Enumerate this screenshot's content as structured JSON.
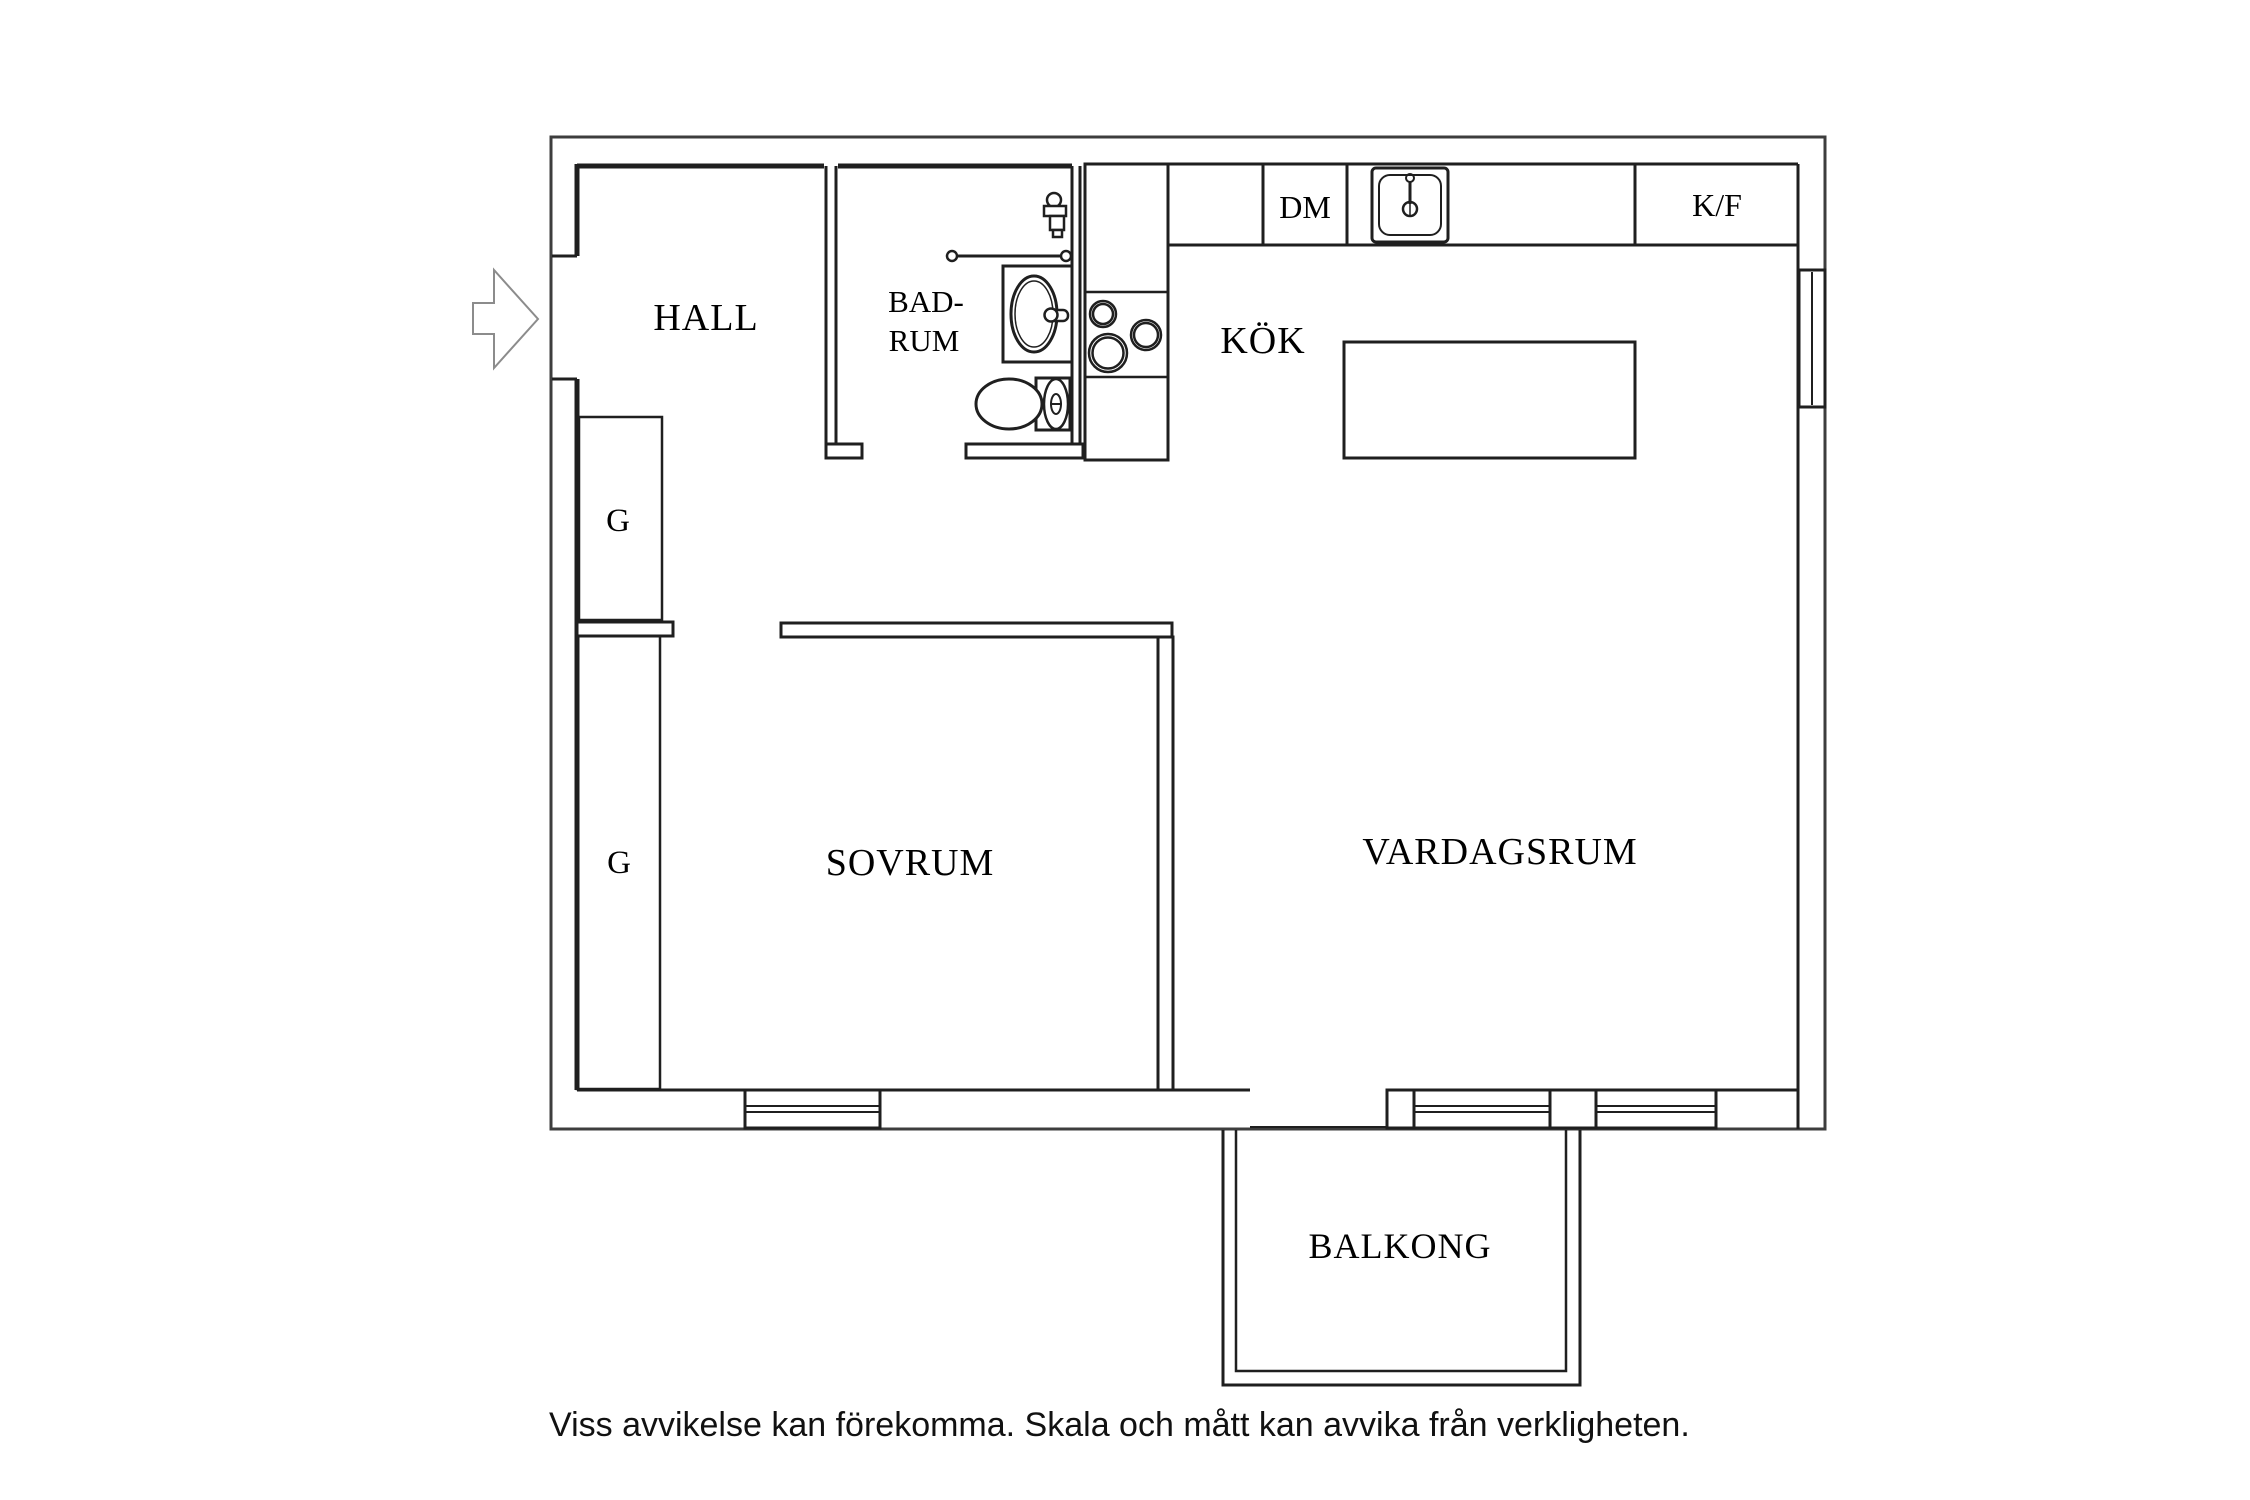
{
  "rooms": {
    "hall": {
      "label": "HALL"
    },
    "badrum": {
      "label_line1": "BAD-",
      "label_line2": "RUM"
    },
    "kok": {
      "label": "KÖK"
    },
    "sovrum": {
      "label": "SOVRUM"
    },
    "vardagsrum": {
      "label": "VARDAGSRUM"
    },
    "balkong": {
      "label": "BALKONG"
    }
  },
  "fixtures": {
    "dishwasher": {
      "label": "DM"
    },
    "fridge_freezer": {
      "label": "K/F"
    },
    "closet_upper": {
      "label": "G"
    },
    "closet_lower": {
      "label": "G"
    }
  },
  "footer": {
    "disclaimer": "Viss avvikelse kan förekomma. Skala och mått kan avvika från verkligheten."
  },
  "colors": {
    "background": "#ffffff",
    "wall_line": "#1f1f1f",
    "outer_line": "#3d3d3d",
    "arrow_line": "#8c8c8c",
    "label_text": "#000000"
  }
}
